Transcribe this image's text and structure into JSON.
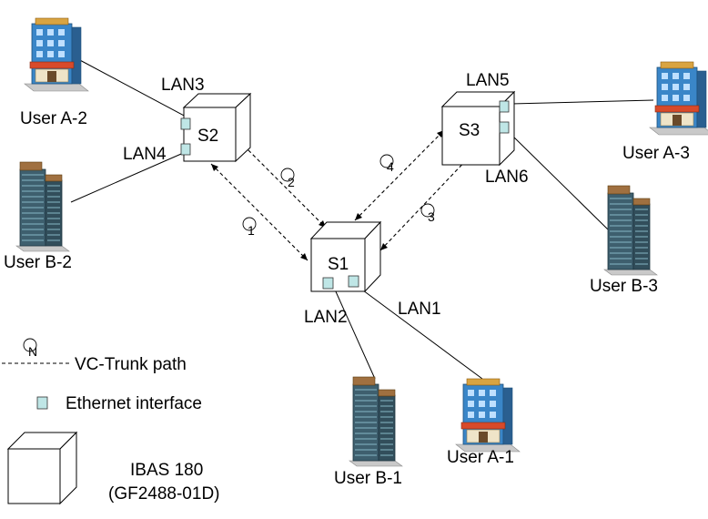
{
  "switches": {
    "s1": "S1",
    "s2": "S2",
    "s3": "S3"
  },
  "lans": {
    "lan1": "LAN1",
    "lan2": "LAN2",
    "lan3": "LAN3",
    "lan4": "LAN4",
    "lan5": "LAN5",
    "lan6": "LAN6"
  },
  "users": {
    "a1": "User A-1",
    "a2": "User A-2",
    "a3": "User A-3",
    "b1": "User B-1",
    "b2": "User B-2",
    "b3": "User B-3"
  },
  "paths": {
    "p1": "1",
    "p2": "2",
    "p3": "3",
    "p4": "4"
  },
  "legend": {
    "path_symbol": "N",
    "trunk_label": "VC-Trunk  path",
    "ethernet_label": "Ethernet interface",
    "device_line1": "IBAS 180",
    "device_line2": "(GF2488-01D)"
  },
  "colors": {
    "port": "#bfe6e6",
    "building_blue": "#3a86c8",
    "building_dark": "#3e5f6e",
    "awning_red": "#d84a2a",
    "roof_brown": "#a07040"
  }
}
